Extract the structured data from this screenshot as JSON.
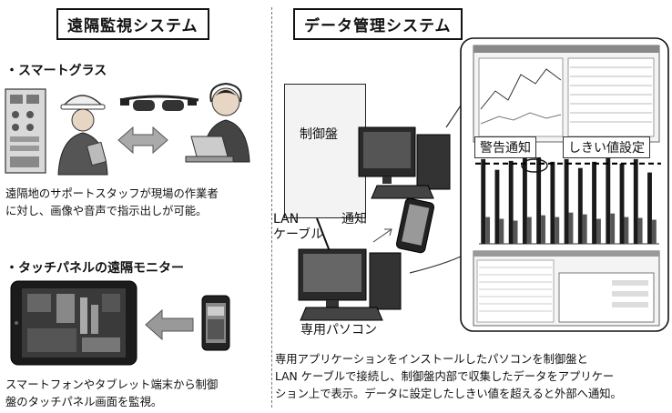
{
  "left": {
    "title": "遠隔監視システム",
    "glasses": {
      "label": "・スマートグラス",
      "desc_line1": "遠隔地のサポートスタッフが現場の作業者",
      "desc_line2": "に対し、画像や音声で指示出しが可能。"
    },
    "touch": {
      "label": "・タッチパネルの遠隔モニター",
      "desc_line1": "スマートフォンやタブレット端末から制御",
      "desc_line2": "盤のタッチパネル画面を監視。"
    }
  },
  "right": {
    "title": "データ管理システム",
    "panel_label": "制御盤",
    "cable_label_1": "LAN",
    "cable_label_2": "ケーブル",
    "notify_label": "通知",
    "pc_label": "専用パソコン",
    "alert_label": "警告通知",
    "threshold_label": "しきい値設定",
    "desc_line1": "専用アプリケーションをインストールしたパソコンを制御盤と",
    "desc_line2": "LAN ケーブルで接続し、制御盤内部で収集したデータをアプリケー",
    "desc_line3": "ション上で表示。データに設定したしきい値を超えると外部へ通知。"
  },
  "chart_data": {
    "type": "bar",
    "series": [
      {
        "values": [
          0.95,
          0.83,
          0.93,
          0.98,
          0.97,
          0.92,
          0.95,
          0.85,
          0.92,
          0.97,
          0.9,
          0.95,
          0.8
        ]
      },
      {
        "values": [
          0.3,
          0.28,
          0.26,
          0.3,
          0.32,
          0.3,
          0.35,
          0.33,
          0.28,
          0.34,
          0.3,
          0.29,
          0.27
        ]
      }
    ],
    "threshold": 0.9,
    "ylim": [
      0,
      1
    ]
  }
}
